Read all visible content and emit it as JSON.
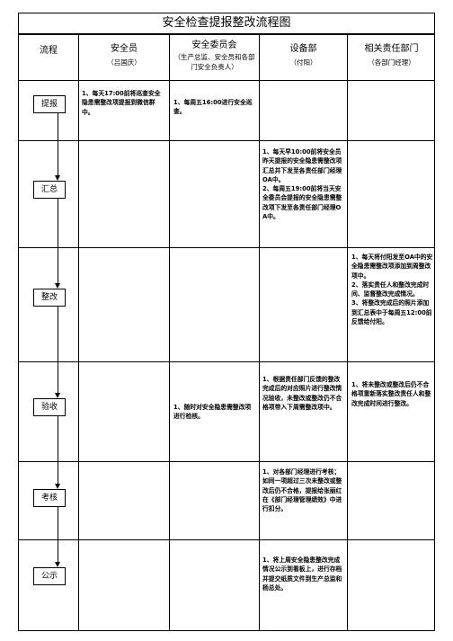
{
  "title": "安全检查提报整改流程图",
  "headers": {
    "process": "流程",
    "officer": {
      "main": "安全员",
      "sub": "（吕国庆）"
    },
    "committee": {
      "main": "安全委员会",
      "sub": "（生产总监、安全员和各部门安全负责人）"
    },
    "equipment": {
      "main": "设备部",
      "sub": "（付阳）"
    },
    "dept": {
      "main": "相关责任部门",
      "sub": "（各部门经理）"
    }
  },
  "steps": [
    "提报",
    "汇总",
    "整改",
    "验收",
    "考核",
    "公示"
  ],
  "cells": {
    "officer_report": "1、每天17:00前将巡查安全隐患需整改项提报到微信群中。",
    "committee_report": "1、每周五16:00进行安全巡查。",
    "equip_summary": "1、每天早10:00前将安全员昨天提报的安全隐患需整改项汇总并下发至各责任部门经理OA中。\n2、每周五19:00前将当天安全委员会提报的安全隐患需整改项下发至各责任部门经理OA中。",
    "dept_rectify": "1、每天将付阳发至OA中的安全隐患需整改项添加到周整改项中。\n2、落实责任人和整改完成时间、监督整改完成情况。\n3、将整改完成后的照片添加到汇总表中于每周五12:00前反馈给付阳。",
    "committee_accept": "1、随时对安全隐患需整改项进行检核。",
    "equip_accept": "1、根据责任部门反馈的整改完成后的对应照片进行整改情况验收，未整改或整改仍不合格项带入下周需整改项中。",
    "dept_accept": "1、将未整改或整改后仍不合格项重新落实整改责任人和整改完成时间进行整改。",
    "equip_assess": "1、对各部门经理进行考核；如同一项超过三次未整改或整改后仍不合格，提报给张丽红在《部门经理管理绩效》中进行扣分。",
    "equip_publish": "1、将上周安全隐患整改完成情况公示到看板上，进行存档并提交纸质文件到生产总监和杨总处。"
  }
}
